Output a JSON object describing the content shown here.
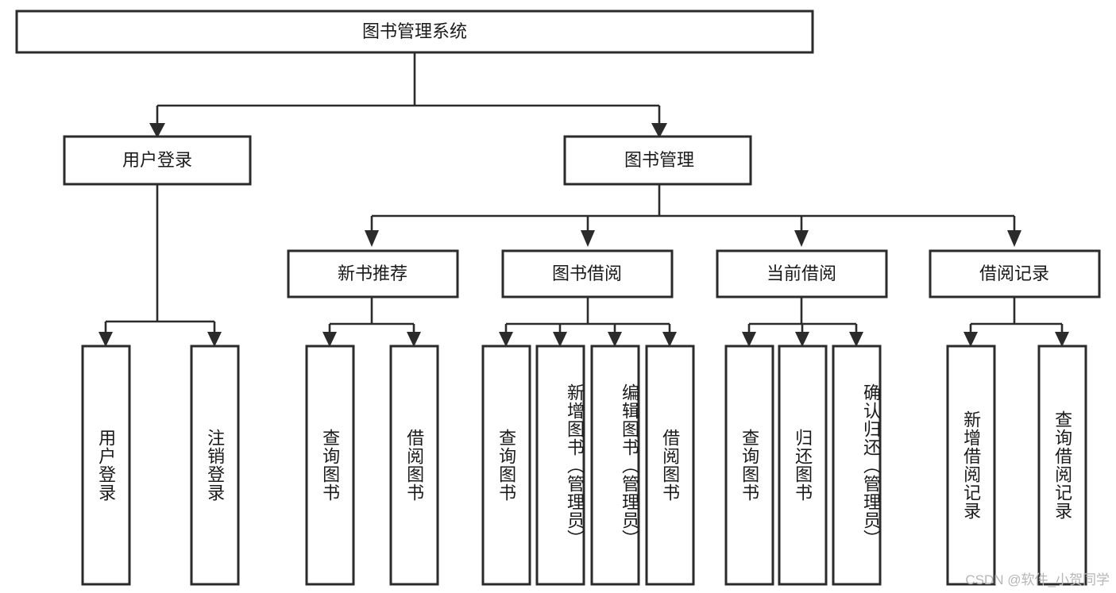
{
  "diagram": {
    "title": "图书管理系统",
    "type": "tree",
    "root": {
      "id": "root",
      "label": "图书管理系统",
      "orientation": "horizontal"
    },
    "level2": [
      {
        "id": "user-login",
        "label": "用户登录",
        "orientation": "horizontal"
      },
      {
        "id": "book-manage",
        "label": "图书管理",
        "orientation": "horizontal"
      }
    ],
    "level3": [
      {
        "id": "new-book-recommend",
        "label": "新书推荐",
        "orientation": "horizontal",
        "parent": "book-manage"
      },
      {
        "id": "book-borrow",
        "label": "图书借阅",
        "orientation": "horizontal",
        "parent": "book-manage"
      },
      {
        "id": "current-borrow",
        "label": "当前借阅",
        "orientation": "horizontal",
        "parent": "book-manage"
      },
      {
        "id": "borrow-record",
        "label": "借阅记录",
        "orientation": "horizontal",
        "parent": "book-manage"
      }
    ],
    "leaves": [
      {
        "id": "leaf-user-login",
        "label": "用户登录",
        "orientation": "vertical",
        "parent": "user-login"
      },
      {
        "id": "leaf-user-logout",
        "label": "注销登录",
        "orientation": "vertical",
        "parent": "user-login"
      },
      {
        "id": "leaf-query-book-1",
        "label": "查询图书",
        "orientation": "vertical",
        "parent": "new-book-recommend"
      },
      {
        "id": "leaf-borrow-book-1",
        "label": "借阅图书",
        "orientation": "vertical",
        "parent": "new-book-recommend"
      },
      {
        "id": "leaf-query-book-2",
        "label": "查询图书",
        "orientation": "vertical",
        "parent": "book-borrow"
      },
      {
        "id": "leaf-add-book-admin",
        "label": "新增图书（管理员）",
        "orientation": "vertical",
        "parent": "book-borrow"
      },
      {
        "id": "leaf-edit-book-admin",
        "label": "编辑图书（管理员）",
        "orientation": "vertical",
        "parent": "book-borrow"
      },
      {
        "id": "leaf-borrow-book-2",
        "label": "借阅图书",
        "orientation": "vertical",
        "parent": "book-borrow"
      },
      {
        "id": "leaf-query-book-3",
        "label": "查询图书",
        "orientation": "vertical",
        "parent": "current-borrow"
      },
      {
        "id": "leaf-return-book",
        "label": "归还图书",
        "orientation": "vertical",
        "parent": "current-borrow"
      },
      {
        "id": "leaf-confirm-return",
        "label": "确认归还（管理员）",
        "orientation": "vertical",
        "parent": "current-borrow"
      },
      {
        "id": "leaf-add-borrow-record",
        "label": "新增借阅记录",
        "orientation": "vertical",
        "parent": "borrow-record"
      },
      {
        "id": "leaf-query-borrow-record",
        "label": "查询借阅记录",
        "orientation": "vertical",
        "parent": "borrow-record"
      }
    ],
    "colors": {
      "stroke": "#2b2b2b",
      "fill": "#ffffff",
      "text": "#1a1a1a",
      "watermark": "#b6b6b6"
    }
  },
  "watermark": {
    "text": "CSDN @软件_小贺同学"
  }
}
